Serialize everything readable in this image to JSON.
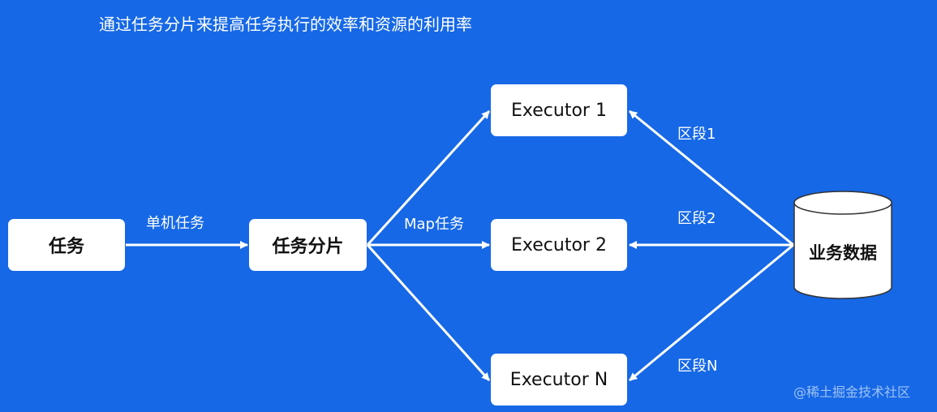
{
  "title": "通过任务分片来提高任务执行的效率和资源的利用率",
  "nodes": {
    "task": "任务",
    "shard": "任务分片",
    "executor1": "Executor 1",
    "executor2": "Executor 2",
    "executorN": "Executor N",
    "data": "业务数据"
  },
  "edges": {
    "task_to_shard": "单机任务",
    "map": "Map任务",
    "segment1": "区段1",
    "segment2": "区段2",
    "segmentN": "区段N"
  },
  "watermark": "@稀土掘金技术社区",
  "colors": {
    "background": "#1668e6",
    "node_fill": "#ffffff",
    "arrow": "#ffffff"
  }
}
